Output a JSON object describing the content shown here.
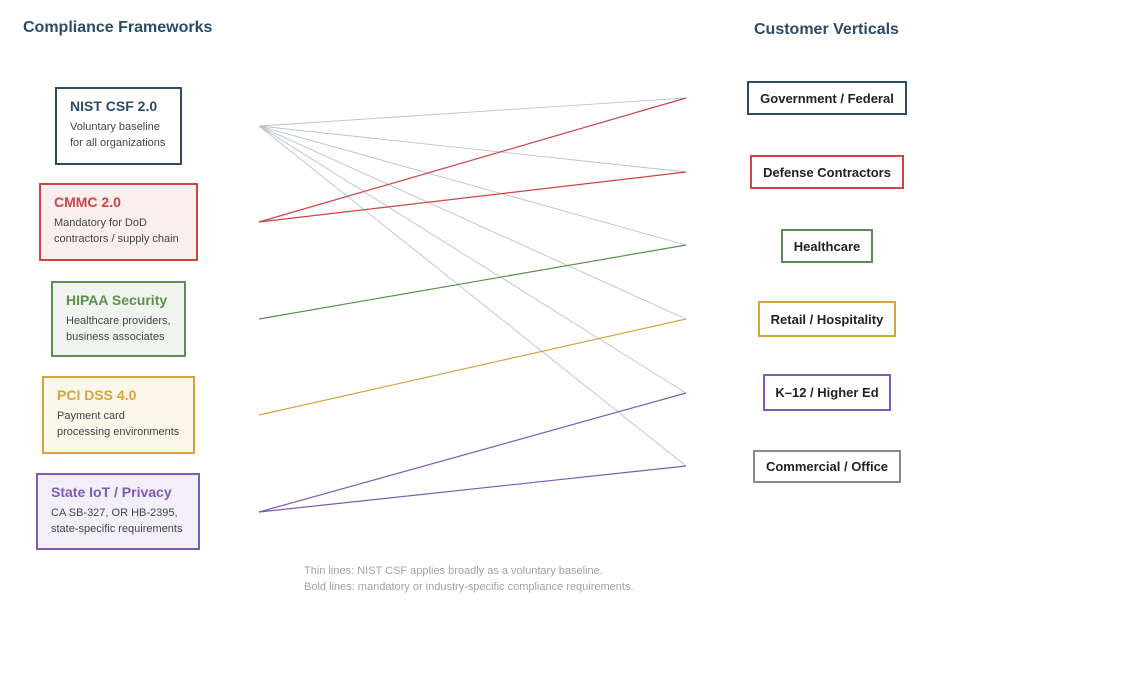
{
  "headings": {
    "left": "Compliance Frameworks",
    "right": "Customer Verticals"
  },
  "frameworks": [
    {
      "name": "NIST CSF 2.0",
      "desc": [
        "Voluntary baseline",
        "for all organizations"
      ],
      "color": "#2b4c68",
      "bg": "#ffffff"
    },
    {
      "name": "CMMC 2.0",
      "desc": [
        "Mandatory for DoD",
        "contractors / supply chain"
      ],
      "color": "#cc4444",
      "bg": "#fbeeee"
    },
    {
      "name": "HIPAA Security",
      "desc": [
        "Healthcare providers,",
        "business associates"
      ],
      "color": "#5c8e50",
      "bg": "#eff4ee"
    },
    {
      "name": "PCI DSS 4.0",
      "desc": [
        "Payment card",
        "processing environments"
      ],
      "color": "#d4a440",
      "bg": "#fbf6ea"
    },
    {
      "name": "State IoT / Privacy",
      "desc": [
        "CA SB-327, OR HB-2395,",
        "state-specific requirements"
      ],
      "color": "#7e5ab4",
      "bg": "#f3eff8"
    }
  ],
  "verticals": [
    {
      "label": "Government / Federal",
      "color": "#2b4c68"
    },
    {
      "label": "Defense Contractors",
      "color": "#cc4444"
    },
    {
      "label": "Healthcare",
      "color": "#5c8e50"
    },
    {
      "label": "Retail / Hospitality",
      "color": "#d4a440"
    },
    {
      "label": "K–12 / Higher Ed",
      "color": "#7e5ab4"
    },
    {
      "label": "Commercial / Office",
      "color": "#8a8a8a"
    }
  ],
  "connections": [
    {
      "from": 0,
      "to": 0,
      "style": "thin"
    },
    {
      "from": 0,
      "to": 1,
      "style": "thin"
    },
    {
      "from": 0,
      "to": 2,
      "style": "thin"
    },
    {
      "from": 0,
      "to": 3,
      "style": "thin"
    },
    {
      "from": 0,
      "to": 4,
      "style": "thin"
    },
    {
      "from": 0,
      "to": 5,
      "style": "thin"
    },
    {
      "from": 1,
      "to": 0,
      "style": "bold"
    },
    {
      "from": 1,
      "to": 1,
      "style": "bold"
    },
    {
      "from": 2,
      "to": 2,
      "style": "bold"
    },
    {
      "from": 3,
      "to": 3,
      "style": "bold"
    },
    {
      "from": 4,
      "to": 4,
      "style": "bold"
    },
    {
      "from": 4,
      "to": 5,
      "style": "bold"
    }
  ],
  "thin_line_color": "#b8c3cc",
  "note": [
    "Thin lines: NIST CSF applies broadly as a voluntary baseline.",
    "Bold lines: mandatory or industry-specific compliance requirements."
  ]
}
